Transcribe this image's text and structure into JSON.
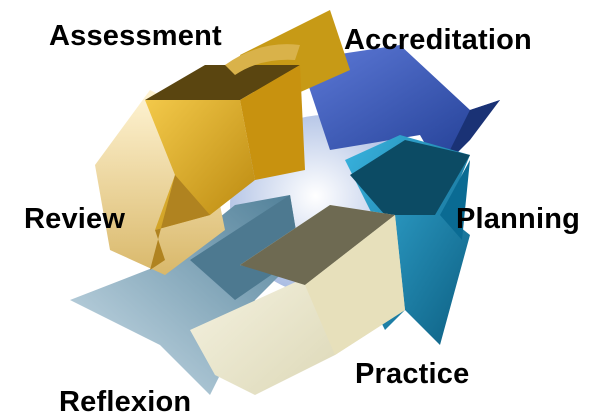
{
  "diagram": {
    "labels": {
      "assessment": "Assessment",
      "accreditation": "Accreditation",
      "review": "Review",
      "planning": "Planning",
      "practice": "Practice",
      "reflexion": "Reflexion"
    },
    "colors": {
      "assessment_arrow": "#d9a41a",
      "assessment_top": "#5c4710",
      "accreditation_arrow": "#2e4db0",
      "planning_arrow": "#1478a0",
      "planning_top": "#0d4e66",
      "practice_arrow": "#e8e3c5",
      "practice_top": "#6f6a52",
      "reflexion_arrow": "#8fb3c9",
      "review_arrow": "#edd9a0",
      "hub": "#b9c9e8"
    }
  }
}
